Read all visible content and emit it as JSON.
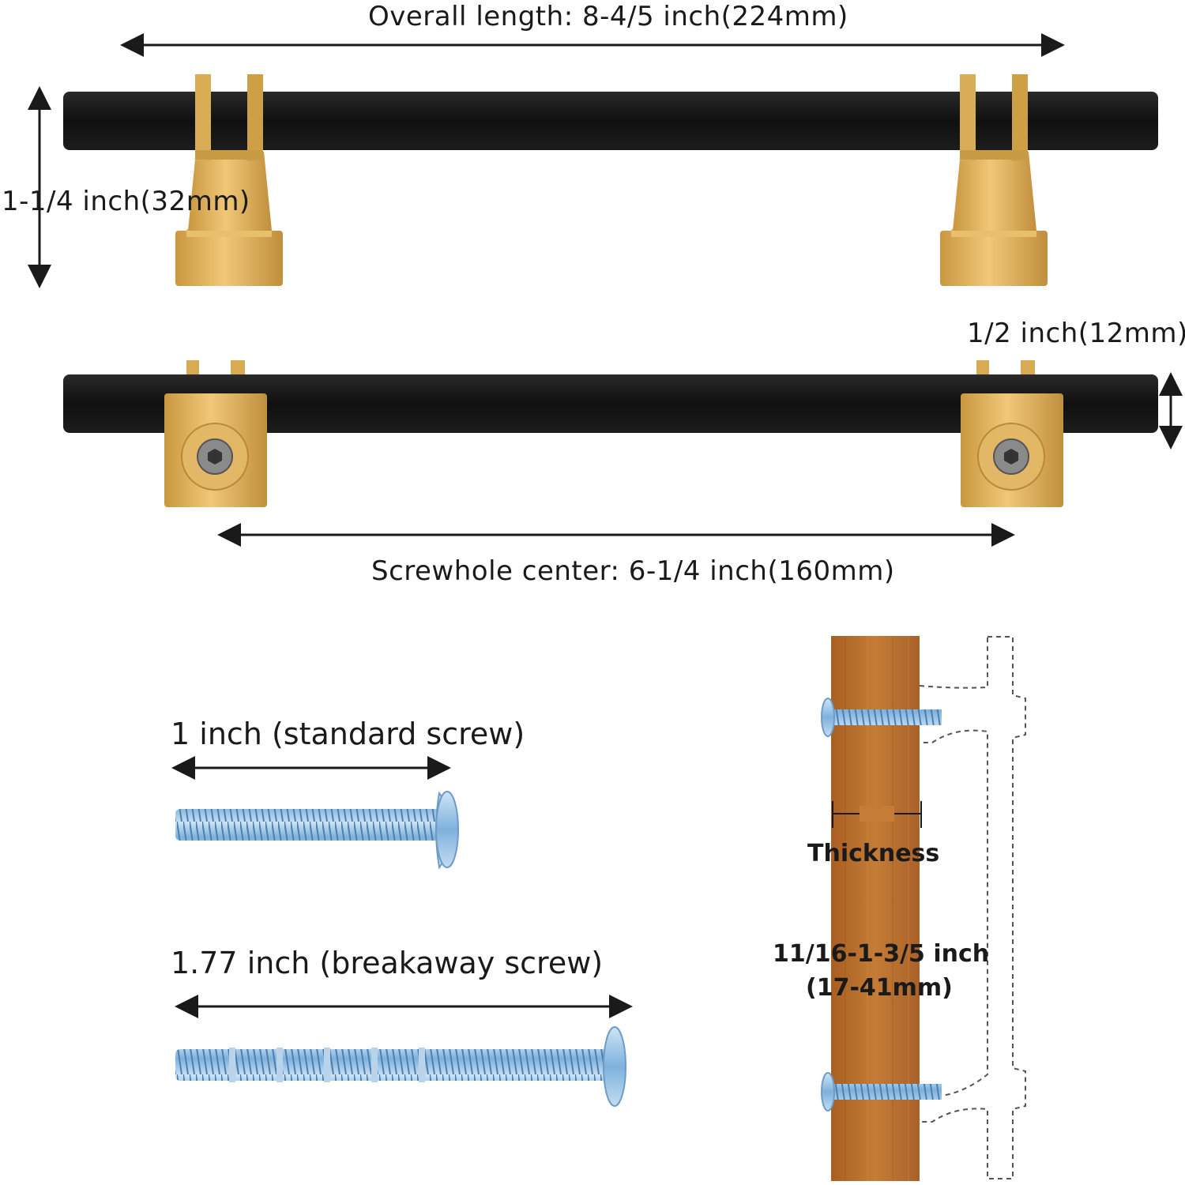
{
  "dimensions": {
    "overall_length": "Overall length: 8-4/5 inch(224mm)",
    "height": "1-1/4 inch(32mm)",
    "bar_thickness": "1/2 inch(12mm)",
    "screwhole_center": "Screwhole center: 6-1/4 inch(160mm)"
  },
  "screws": {
    "standard": "1 inch (standard screw)",
    "breakaway": "1.77 inch (breakaway screw)"
  },
  "door": {
    "thickness_label": "Thickness",
    "range_line1": "11/16-1-3/5 inch",
    "range_line2": "(17-41mm)"
  },
  "colors": {
    "bar": "#141414",
    "brass": "#d8ad55",
    "brass_dark": "#b8893a",
    "wood": "#b8702e",
    "screw": "#9cc3e6"
  }
}
